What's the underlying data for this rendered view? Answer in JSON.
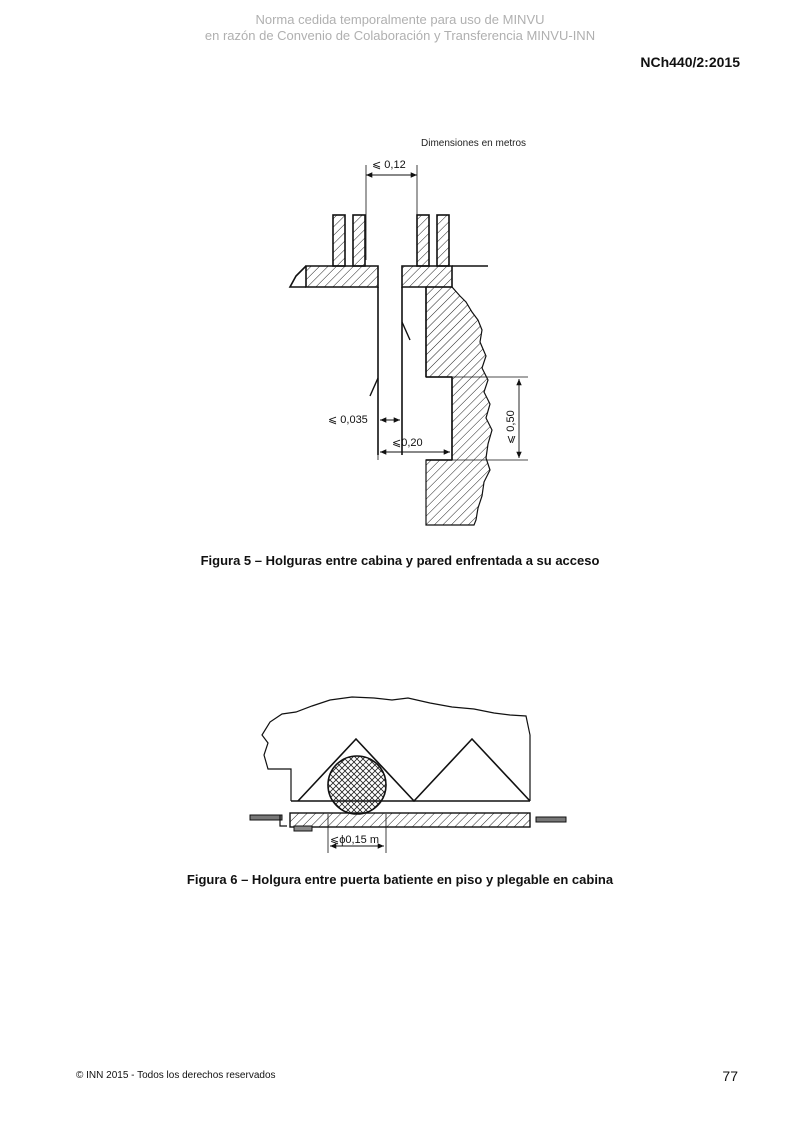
{
  "header": {
    "watermark_line1": "Norma cedida temporalmente para uso de MINVU",
    "watermark_line2": "en razón de Convenio de Colaboración y Transferencia MINVU-INN",
    "standard_code": "NCh440/2:2015"
  },
  "figure5": {
    "units_note": "Dimensiones en metros",
    "dim_top": "⩽ 0,12",
    "dim_left": "⩽ 0,035",
    "dim_bottom": "⩽0,20",
    "dim_right": "⩽ 0,50",
    "caption": "Figura 5 – Holguras entre cabina y pared enfrentada a su acceso"
  },
  "figure6": {
    "dim_diameter": "⩽ϕ0,15 m",
    "caption": "Figura 6 – Holgura entre puerta batiente en piso y plegable en cabina"
  },
  "footer": {
    "copyright": "© INN 2015 - Todos los derechos reservados",
    "page_number": "77"
  }
}
